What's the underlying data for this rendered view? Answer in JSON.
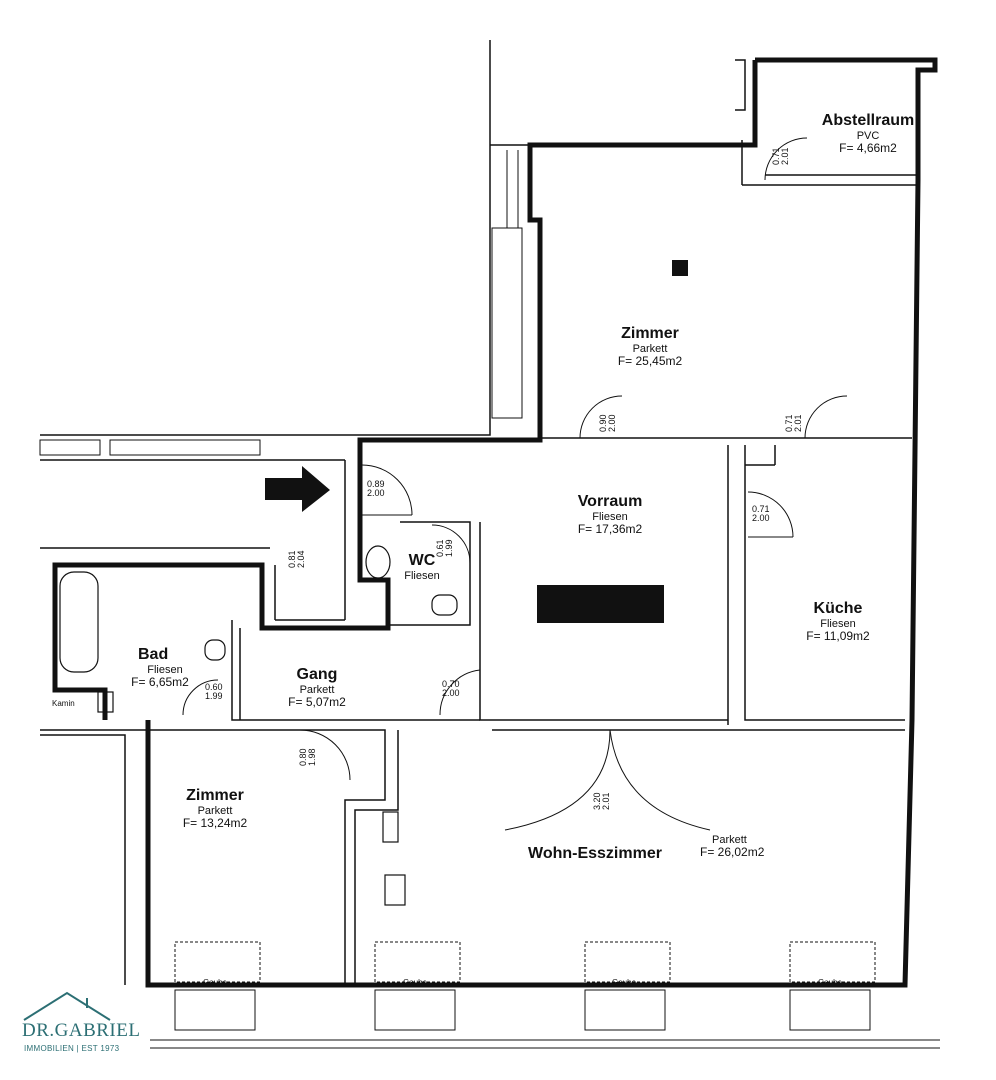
{
  "rooms": {
    "abstellraum": {
      "name": "Abstellraum",
      "floor": "PVC",
      "area": "F= 4,66m2"
    },
    "zimmer_top": {
      "name": "Zimmer",
      "floor": "Parkett",
      "area": "F= 25,45m2"
    },
    "vorraum": {
      "name": "Vorraum",
      "floor": "Fliesen",
      "area": "F= 17,36m2"
    },
    "wc": {
      "name": "WC",
      "floor": "Fliesen"
    },
    "kueche": {
      "name": "Küche",
      "floor": "Fliesen",
      "area": "F= 11,09m2"
    },
    "bad": {
      "name": "Bad",
      "floor": "Fliesen",
      "area": "F= 6,65m2"
    },
    "gang": {
      "name": "Gang",
      "floor": "Parkett",
      "area": "F= 5,07m2"
    },
    "zimmer_bottom": {
      "name": "Zimmer",
      "floor": "Parkett",
      "area": "F= 13,24m2"
    },
    "wohn": {
      "name": "Wohn-Esszimmer",
      "floor": "Parkett",
      "area": "F= 26,02m2"
    }
  },
  "doors": {
    "abstell": {
      "w": "0.71",
      "h": "2.01"
    },
    "zimmer_top": {
      "w": "0.90",
      "h": "2.00"
    },
    "kueche_outer": {
      "w": "0.71",
      "h": "2.01"
    },
    "entry": {
      "w": "0.89",
      "h": "2.00"
    },
    "kueche_inner": {
      "w": "0.71",
      "h": "2.00"
    },
    "wc": {
      "w": "0.61",
      "h": "1.99"
    },
    "small": {
      "w": "0.81",
      "h": "2.04"
    },
    "bad": {
      "w": "0.60",
      "h": "1.99"
    },
    "gang": {
      "w": "0.70",
      "h": "2.00"
    },
    "zimmer_bottom": {
      "w": "0.80",
      "h": "1.98"
    },
    "wohn": {
      "w": "3.20",
      "h": "2.01"
    }
  },
  "misc": {
    "kamin": "Kamin",
    "gaube": "Gaube"
  },
  "logo": {
    "brand": "DR.GABRIEL",
    "tagline": "IMMOBILIEN | EST 1973"
  },
  "colors": {
    "wall": "#111111",
    "logo": "#2c6f74"
  }
}
